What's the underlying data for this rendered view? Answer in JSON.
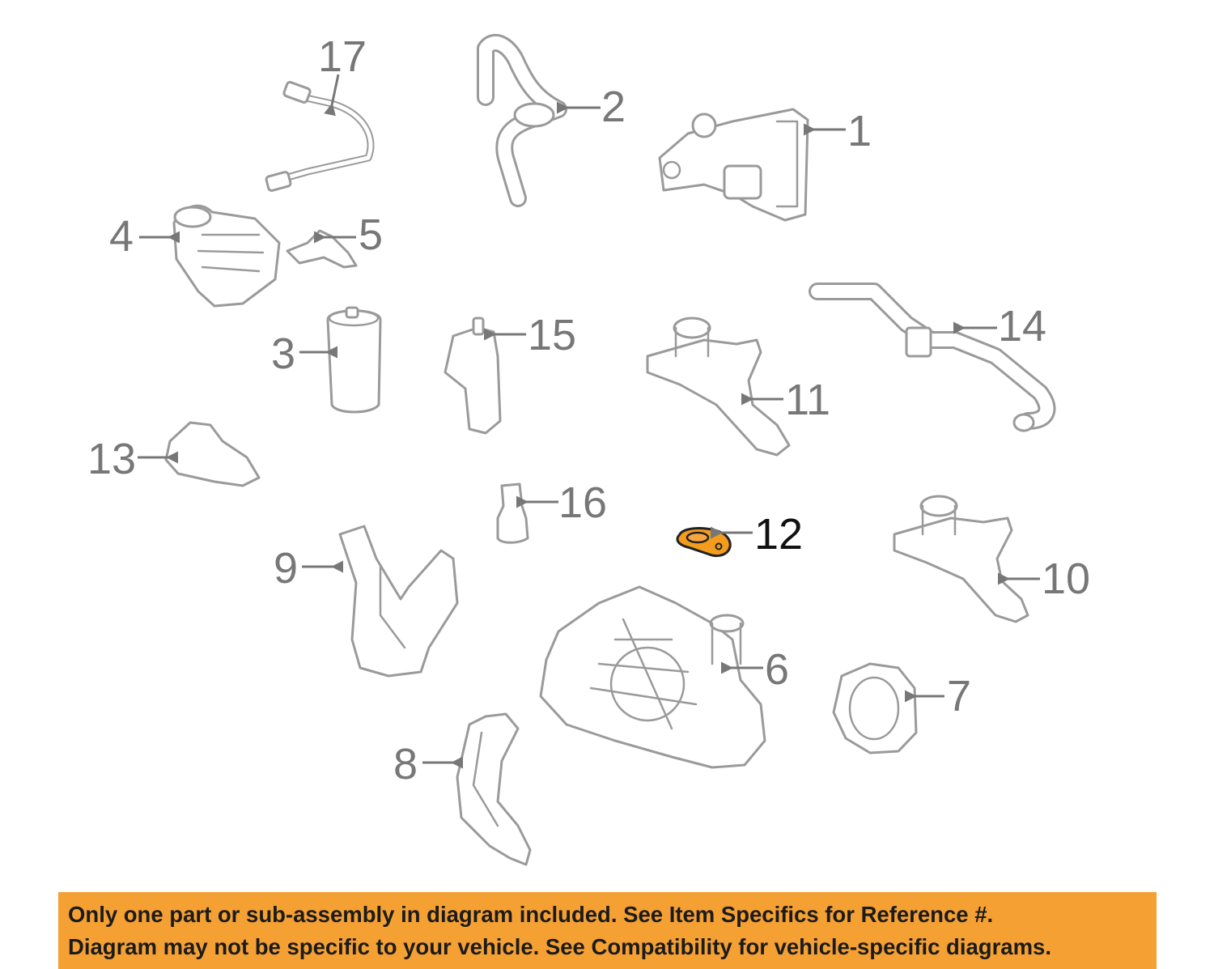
{
  "diagram": {
    "highlight_color": "#f39c1e",
    "callout_color": "#777777",
    "highlighted_callout": "12",
    "callouts": [
      "1",
      "2",
      "3",
      "4",
      "5",
      "6",
      "7",
      "8",
      "9",
      "10",
      "11",
      "12",
      "13",
      "14",
      "15",
      "16",
      "17"
    ]
  },
  "notice": {
    "background": "#f5a033",
    "line1": "Only one part or sub-assembly in diagram included. See Item Specifics for Reference #.",
    "line2": "Diagram may not be specific to your vehicle. See Compatibility for vehicle-specific diagrams."
  }
}
